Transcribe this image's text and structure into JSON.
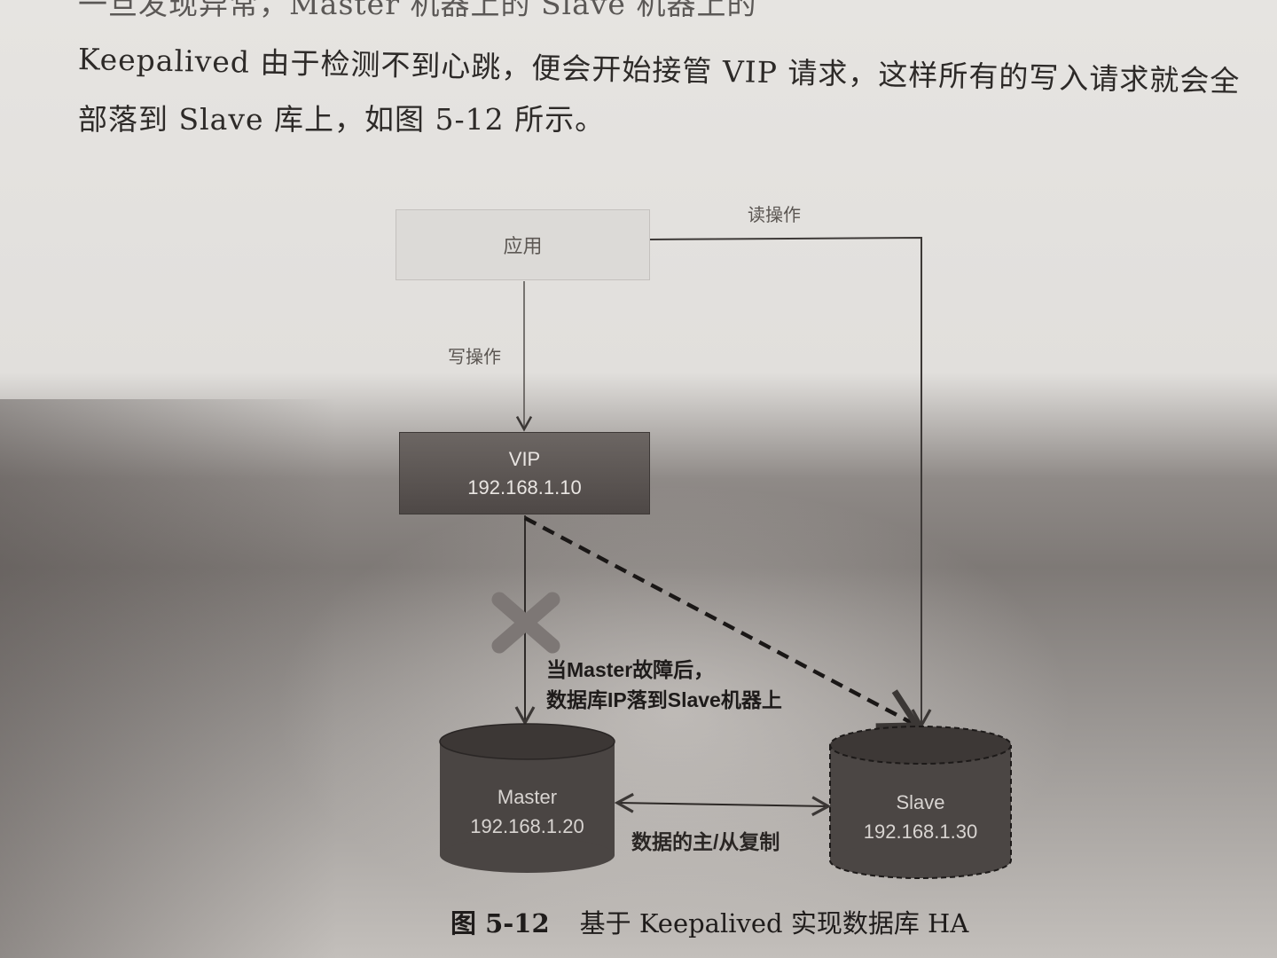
{
  "text": {
    "line0": "一旦发现异常，Master 机器上的                    Slave 机器上的",
    "line1": "Keepalived 由于检测不到心跳，便会开始接管 VIP 请求，这样所有的写入请求就会全",
    "line2": "部落到 Slave 库上，如图 5-12 所示。"
  },
  "diagram": {
    "app": "应用",
    "read_op": "读操作",
    "write_op": "写操作",
    "vip": {
      "name": "VIP",
      "ip": "192.168.1.10"
    },
    "failover_note": {
      "line1": "当Master故障后，",
      "line2": "数据库IP落到Slave机器上"
    },
    "master": {
      "name": "Master",
      "ip": "192.168.1.20"
    },
    "slave": {
      "name": "Slave",
      "ip": "192.168.1.30"
    },
    "replication": "数据的主/从复制"
  },
  "caption": {
    "number": "图 5-12",
    "title": "基于 Keepalived 实现数据库 HA"
  },
  "colors": {
    "box_light": "#dcdad7",
    "box_dark": "#4e4846",
    "cylinder": "#4a4543",
    "cross": "#7d7775",
    "line": "#555050"
  }
}
